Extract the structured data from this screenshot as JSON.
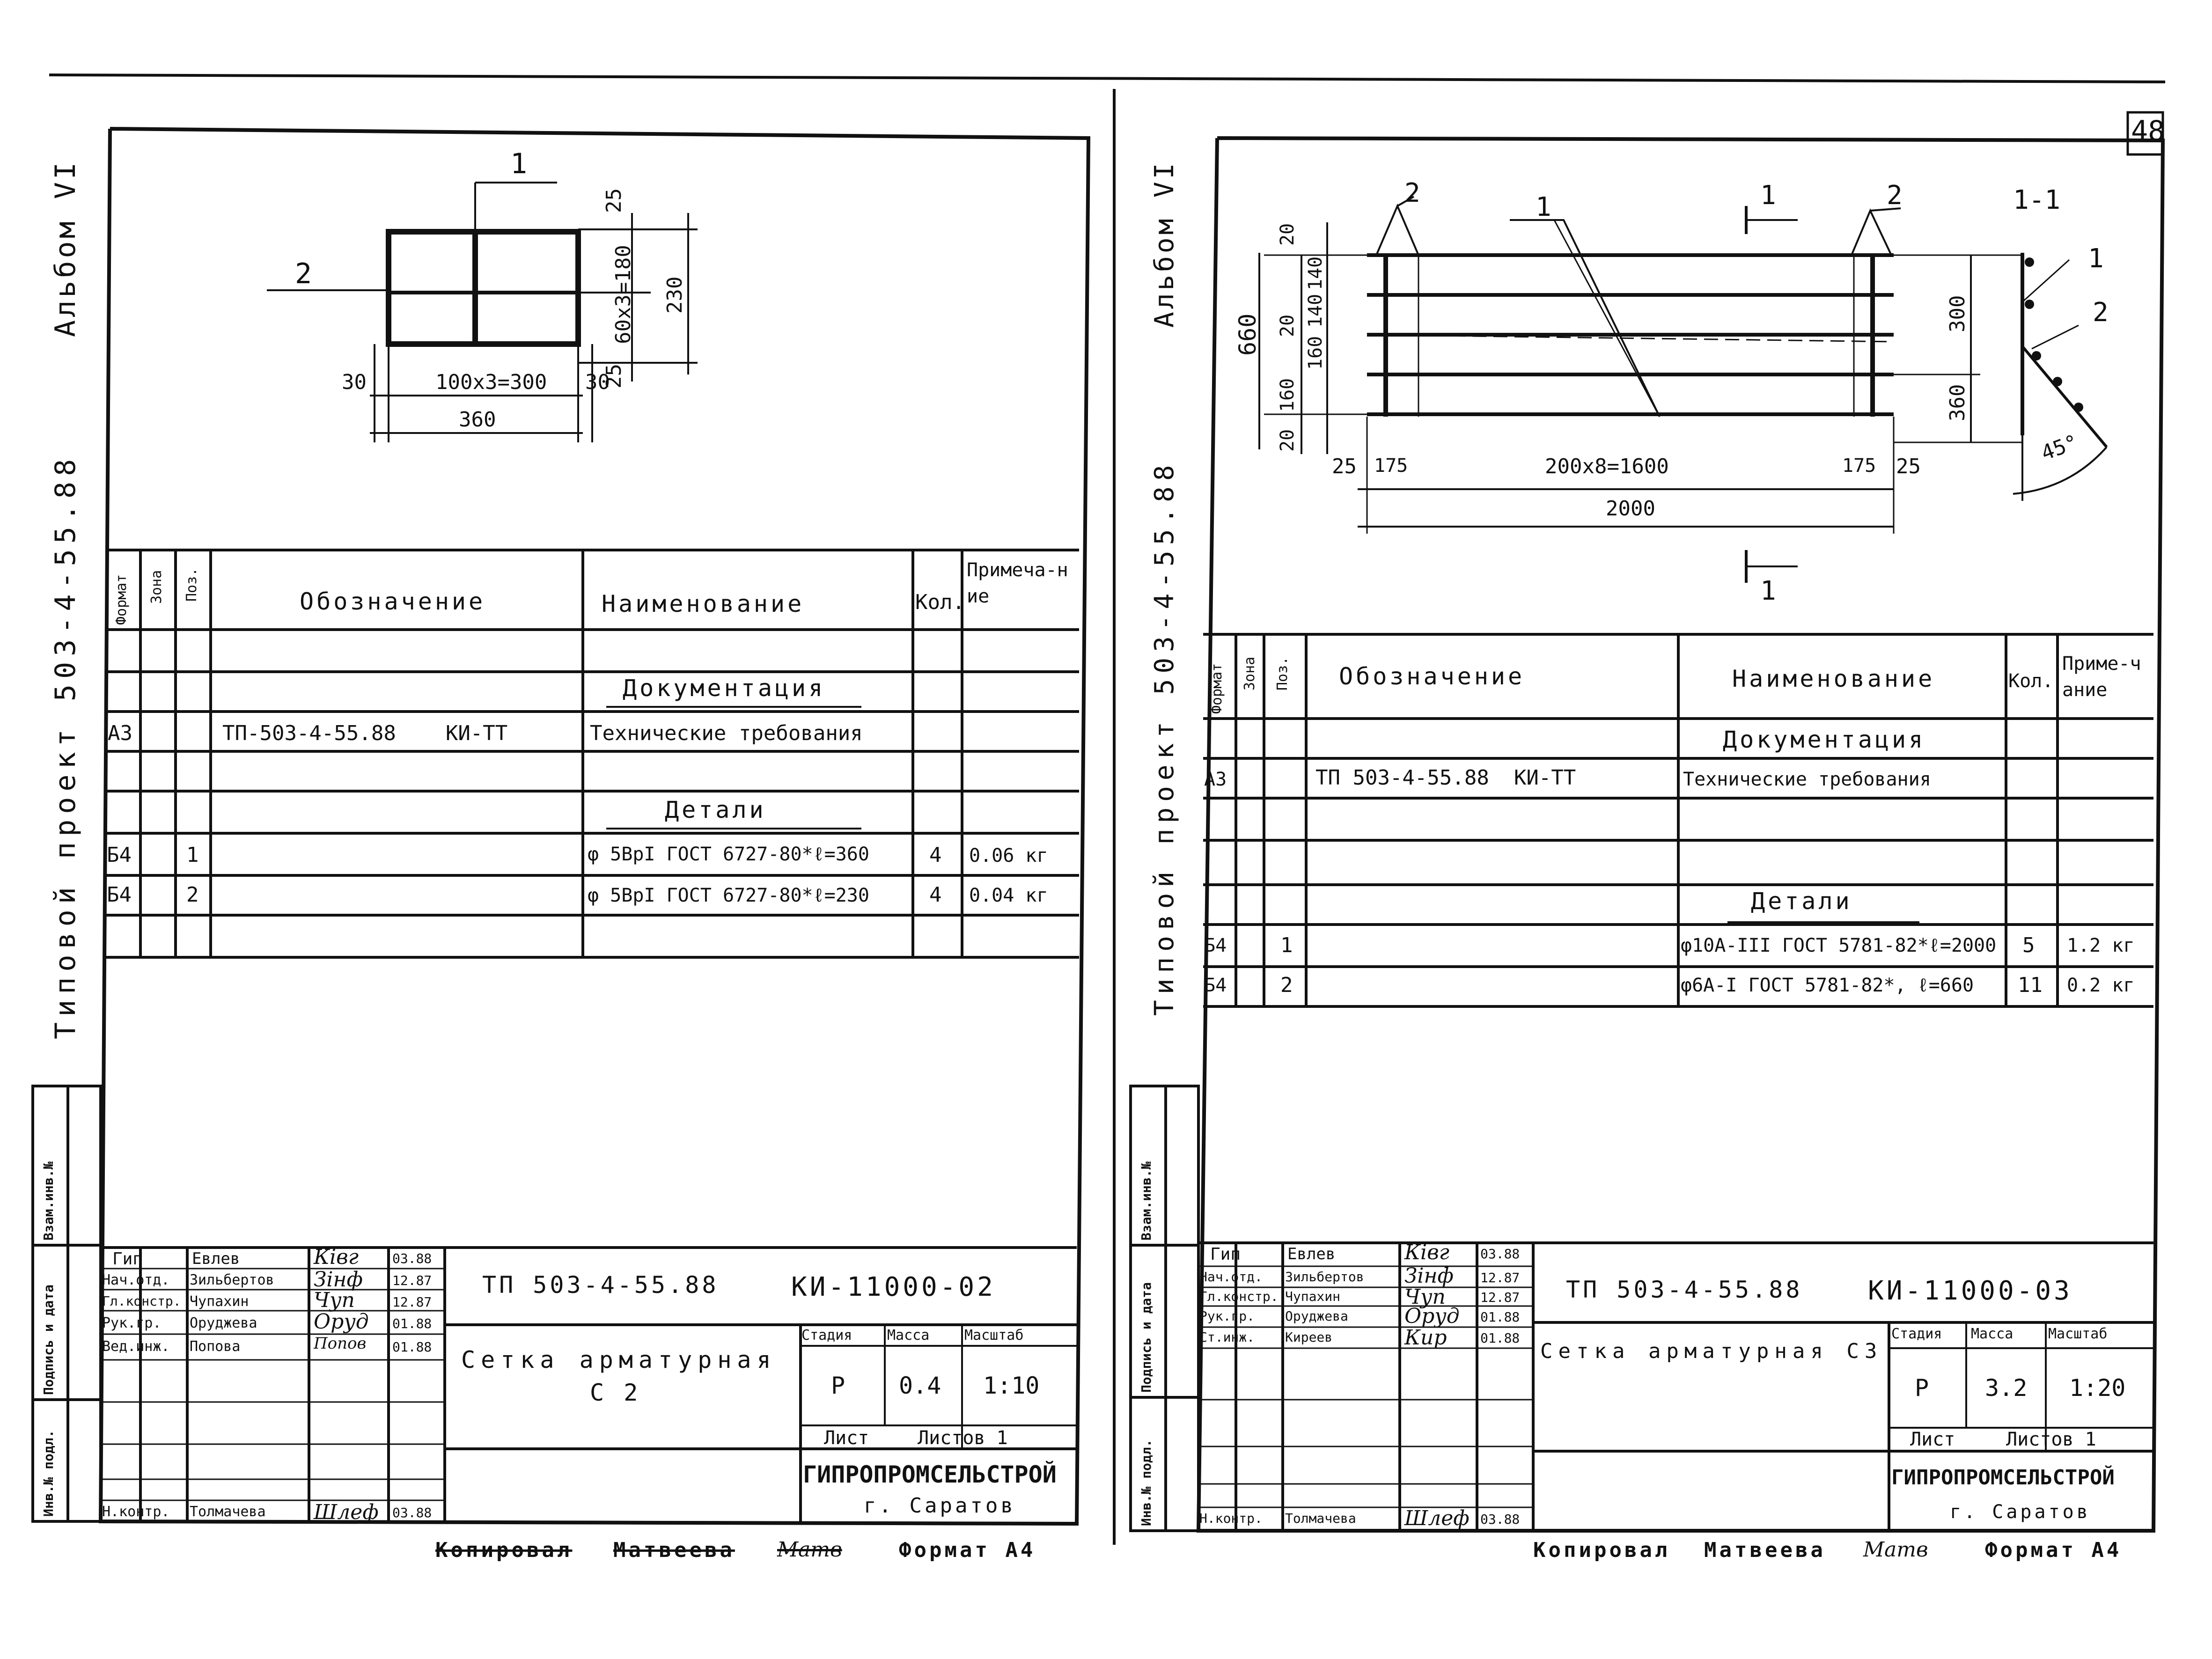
{
  "sheet_left": {
    "album": "Альбом VI",
    "project_label": "Типовой проект 503-4-55.88",
    "dims": {
      "pos1": "1",
      "pos2": "2",
      "d25a": "25",
      "d25b": "25",
      "d230": "230",
      "d60x3": "60x3=180",
      "d30": "30",
      "d100x3": "100x3=300",
      "d30b": "30",
      "d360": "360"
    },
    "table": {
      "headers": {
        "format": "Формат",
        "zone": "Зона",
        "pos": "Поз.",
        "designation": "Обозначение",
        "name": "Наименование",
        "qty": "Кол.",
        "note": "Примеча-ние"
      },
      "section_docs": "Документация",
      "doc_row": {
        "format": "А3",
        "designation": "ТП-503-4-55.88    КИ-ТТ",
        "name": "Технические требования"
      },
      "section_parts": "Детали",
      "rows": [
        {
          "format": "Б4",
          "pos": "1",
          "name": "φ 5ВрI ГОСТ 6727-80*ℓ=360",
          "qty": "4",
          "note": "0.06 кг"
        },
        {
          "format": "Б4",
          "pos": "2",
          "name": "φ 5ВрI ГОСТ 6727-80*ℓ=230",
          "qty": "4",
          "note": "0.04 кг"
        }
      ]
    },
    "side_labels": [
      "Взам.инв.№",
      "Подпись и дата",
      "Инв.№ подл."
    ],
    "title_block": {
      "roles": [
        "Гип",
        "Нач.отд.",
        "Гл.констр.",
        "Рук.гр.",
        "Вед.инж.",
        "",
        "",
        "",
        "Н.контр."
      ],
      "names": [
        "Евлев",
        "Зильбертов",
        "Чупахин",
        "Оруджева",
        "Попова",
        "",
        "",
        "",
        "Толмачева"
      ],
      "signatures": [
        "Ківг",
        "Зінф",
        "Чуп",
        "Оруд",
        "Попов",
        "",
        "",
        "",
        "Шлеф"
      ],
      "dates": [
        "03.88",
        "12.87",
        "12.87",
        "01.88",
        "01.88",
        "",
        "",
        "",
        "03.88"
      ],
      "code": "ТП 503-4-55.88",
      "doc_number": "КИ-11000-02",
      "title": "Сетка арматурная",
      "subtitle": "С 2",
      "stage_h": "Стадия",
      "mass_h": "Масса",
      "scale_h": "Масштаб",
      "stage": "Р",
      "mass": "0.4",
      "scale": "1:10",
      "sheet_h": "Лист",
      "sheets_h": "Листов 1",
      "org": "ГИПРОПРОМСЕЛЬСТРОЙ",
      "city": "г. Саратов"
    },
    "footer": {
      "copied": "Копировал",
      "copier": "Матвеева",
      "copier_sig": "Матв",
      "format": "Формат А4"
    }
  },
  "sheet_right": {
    "page_number": "48",
    "album": "Альбом VI",
    "project_label": "Типовой проект 503-4-55.88",
    "dims": {
      "pos2a": "2",
      "pos1": "1",
      "sec1a": "1",
      "pos2b": "2",
      "section": "1-1",
      "sec_pos1": "1",
      "sec_pos2": "2",
      "d20a": "20",
      "d140a": "140",
      "d20b": "20",
      "d140b": "140",
      "d160a": "160",
      "d160b": "160",
      "d20c": "20",
      "d660": "660",
      "d300": "300",
      "d360": "360",
      "d25a": "25",
      "d175a": "175",
      "d200x8": "200х8=1600",
      "d175b": "175",
      "d25b": "25",
      "d2000": "2000",
      "angle": "45°",
      "sec1b": "1"
    },
    "table": {
      "headers": {
        "format": "Формат",
        "zone": "Зона",
        "pos": "Поз.",
        "designation": "Обозначение",
        "name": "Наименование",
        "qty": "Кол.",
        "note": "Приме-чание"
      },
      "section_docs": "Документация",
      "doc_row": {
        "format": "А3",
        "designation": "ТП 503-4-55.88  КИ-ТТ",
        "name": "Технические требования"
      },
      "section_parts": "Детали",
      "rows": [
        {
          "format": "Б4",
          "pos": "1",
          "name": "φ10А-III ГОСТ 5781-82*ℓ=2000",
          "qty": "5",
          "note": "1.2 кг"
        },
        {
          "format": "Б4",
          "pos": "2",
          "name": "φ6А-I ГОСТ 5781-82*, ℓ=660",
          "qty": "11",
          "note": "0.2 кг"
        }
      ]
    },
    "side_labels": [
      "Взам.инв.№",
      "Подпись и дата",
      "Инв.№ подл."
    ],
    "title_block": {
      "roles": [
        "Гип",
        "Нач.отд.",
        "Гл.констр.",
        "Рук.гр.",
        "Ст.инж.",
        "",
        "",
        "",
        "Н.контр."
      ],
      "names": [
        "Евлев",
        "Зильбертов",
        "Чупахин",
        "Оруджева",
        "Киреев",
        "",
        "",
        "",
        "Толмачева"
      ],
      "signatures": [
        "Ківг",
        "Зінф",
        "Чуп",
        "Оруд",
        "Кир",
        "",
        "",
        "",
        "Шлеф"
      ],
      "dates": [
        "03.88",
        "12.87",
        "12.87",
        "01.88",
        "01.88",
        "",
        "",
        "",
        "03.88"
      ],
      "code": "ТП 503-4-55.88",
      "doc_number": "КИ-11000-03",
      "title": "Сетка арматурная С3",
      "stage_h": "Стадия",
      "mass_h": "Масса",
      "scale_h": "Масштаб",
      "stage": "Р",
      "mass": "3.2",
      "scale": "1:20",
      "sheet_h": "Лист",
      "sheets_h": "Листов 1",
      "org": "ГИПРОПРОМСЕЛЬСТРОЙ",
      "city": "г. Саратов"
    },
    "footer": {
      "copied": "Копировал",
      "copier": "Матвеева",
      "copier_sig": "Матв",
      "format": "Формат А4"
    }
  }
}
